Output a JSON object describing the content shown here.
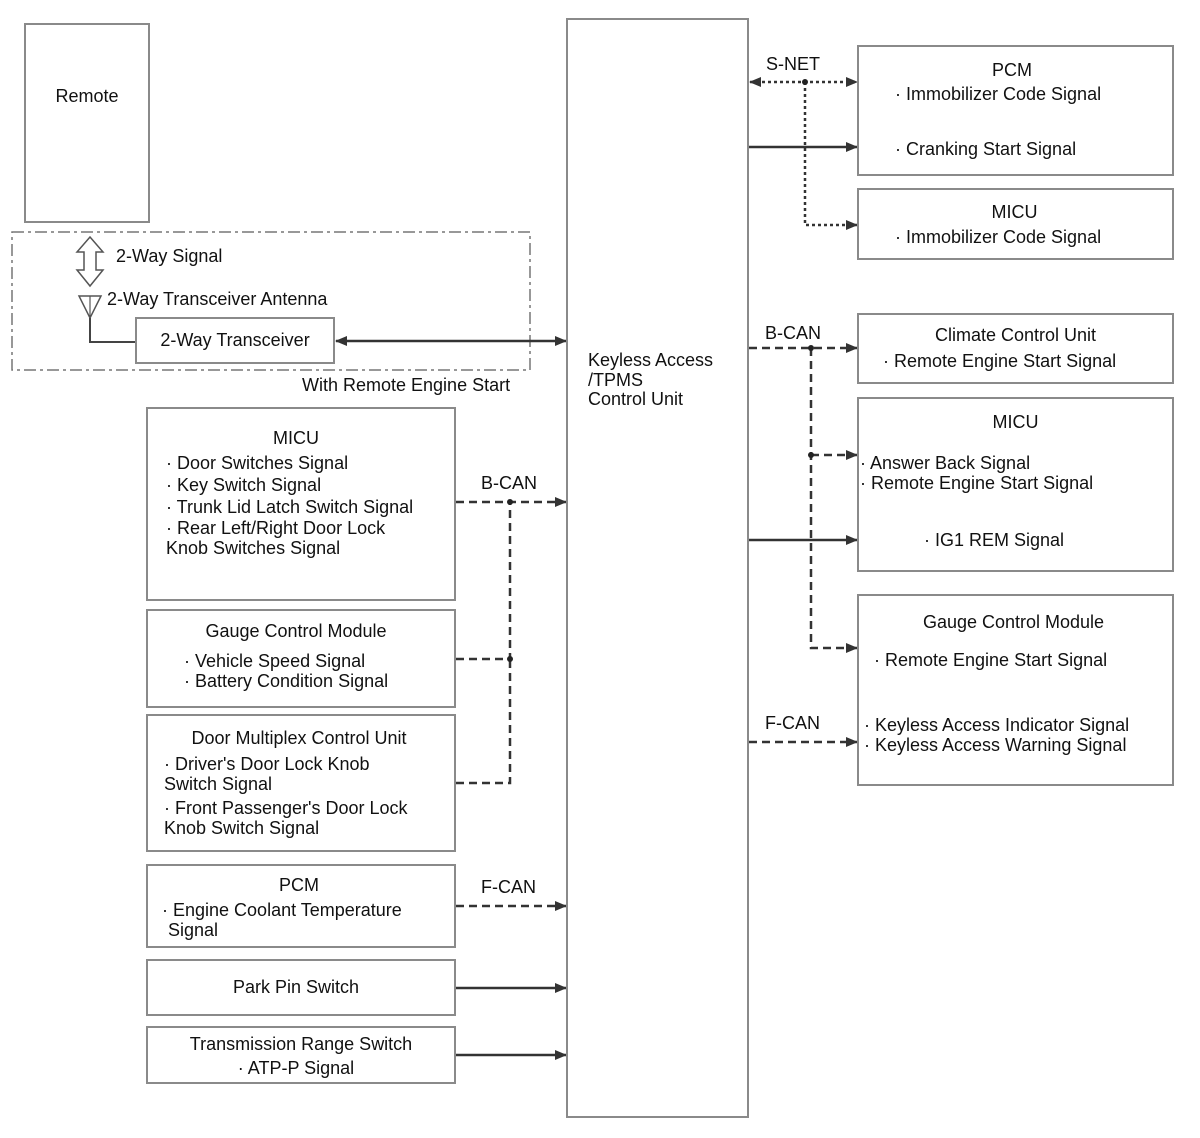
{
  "remote": {
    "label": "Remote"
  },
  "remote_start_group": {
    "two_way_signal": "2-Way Signal",
    "antenna": "2-Way Transceiver Antenna",
    "transceiver": "2-Way Transceiver",
    "caption": "With Remote Engine Start"
  },
  "control_unit": {
    "line1": "Keyless Access",
    "line2": "/TPMS",
    "line3": "Control Unit"
  },
  "bus_labels": {
    "snet": "S-NET",
    "bcan_right": "B-CAN",
    "fcan_right": "F-CAN",
    "bcan_left": "B-CAN",
    "fcan_left": "F-CAN"
  },
  "left_modules": {
    "micu": {
      "title": "MICU",
      "lines": [
        "· Door Switches Signal",
        "· Key Switch Signal",
        "· Trunk Lid Latch Switch Signal",
        "· Rear Left/Right Door Lock",
        "Knob Switches Signal"
      ]
    },
    "gauge": {
      "title": "Gauge Control Module",
      "lines": [
        "· Vehicle Speed Signal",
        "· Battery Condition Signal"
      ]
    },
    "door_mux": {
      "title": "Door Multiplex Control Unit",
      "lines": [
        "· Driver's Door Lock Knob",
        "Switch Signal",
        "· Front Passenger's Door Lock",
        "Knob Switch Signal"
      ]
    },
    "pcm": {
      "title": "PCM",
      "lines": [
        "· Engine Coolant Temperature",
        "Signal"
      ]
    },
    "park_pin": {
      "title": "Park Pin Switch"
    },
    "trans_range": {
      "title": "Transmission Range Switch",
      "line": "· ATP-P Signal"
    }
  },
  "right_modules": {
    "pcm": {
      "title": "PCM",
      "line1": "· Immobilizer Code Signal",
      "line2": "· Cranking Start Signal"
    },
    "micu_top": {
      "title": "MICU",
      "line1": "· Immobilizer Code Signal"
    },
    "climate": {
      "title": "Climate Control Unit",
      "line1": "· Remote Engine Start Signal"
    },
    "micu_mid": {
      "title": "MICU",
      "line1": "· Answer Back Signal",
      "line2": "· Remote Engine Start Signal",
      "line3": "· IG1 REM Signal"
    },
    "gauge": {
      "title": "Gauge Control Module",
      "line1": "· Remote Engine Start Signal",
      "line2": "· Keyless Access Indicator Signal",
      "line3": "· Keyless Access Warning Signal"
    }
  }
}
